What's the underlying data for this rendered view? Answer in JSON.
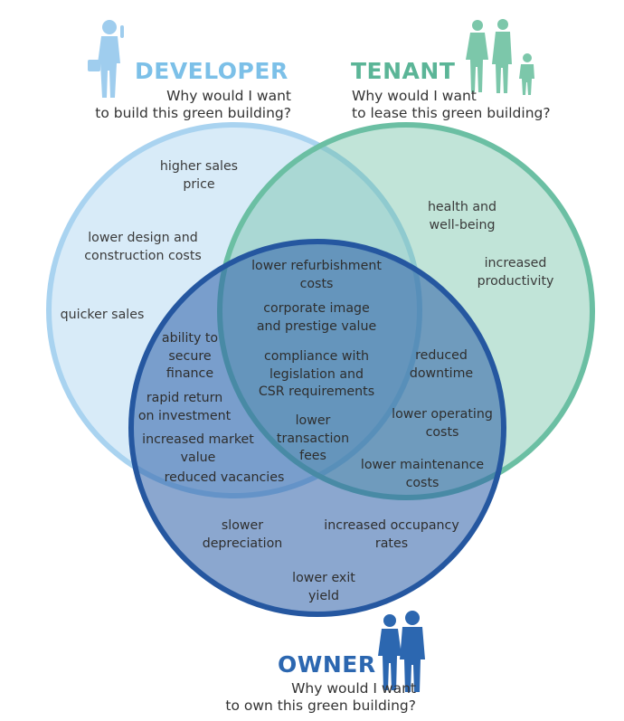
{
  "groups": {
    "developer": {
      "title": "DEVELOPER",
      "question": [
        "Why would I want",
        "to build this green building?"
      ]
    },
    "tenant": {
      "title": "TENANT",
      "question": [
        "Why would I want",
        "to lease this green building?"
      ]
    },
    "owner": {
      "title": "OWNER",
      "question": [
        "Why would I want",
        "to own this green building?"
      ]
    }
  },
  "colors": {
    "developer": "#a9d3f0",
    "tenant": "#6bbfa3",
    "owner": "#2b5fa8",
    "developer_title": "#7cc0e8",
    "tenant_title": "#5bb597",
    "owner_title": "#2c67b0"
  },
  "icons": {
    "developer": "businessman-phone-briefcase-icon",
    "tenant": "family-walking-icon",
    "owner": "business-couple-icon"
  },
  "labels": {
    "developer_only": [
      [
        "higher sales",
        "price"
      ],
      [
        "lower design and",
        "construction costs"
      ],
      [
        "quicker sales"
      ]
    ],
    "tenant_only": [
      [
        "health and",
        "well-being"
      ],
      [
        "increased",
        "productivity"
      ]
    ],
    "developer_owner": [
      [
        "ability to",
        "secure",
        "finance"
      ],
      [
        "rapid return",
        "on investment"
      ],
      [
        "increased market",
        "value"
      ],
      [
        "reduced vacancies"
      ]
    ],
    "all_three": [
      [
        "lower refurbishment",
        "costs"
      ],
      [
        "corporate image",
        "and prestige value"
      ],
      [
        "compliance with",
        "legislation and",
        "CSR requirements"
      ],
      [
        "lower",
        "transaction",
        "fees"
      ]
    ],
    "tenant_owner": [
      [
        "reduced",
        "downtime"
      ],
      [
        "lower operating",
        "costs"
      ],
      [
        "lower maintenance",
        "costs"
      ]
    ],
    "owner_only": [
      [
        "slower",
        "depreciation"
      ],
      [
        "increased occupancy",
        "rates"
      ],
      [
        "lower exit",
        "yield"
      ]
    ]
  }
}
